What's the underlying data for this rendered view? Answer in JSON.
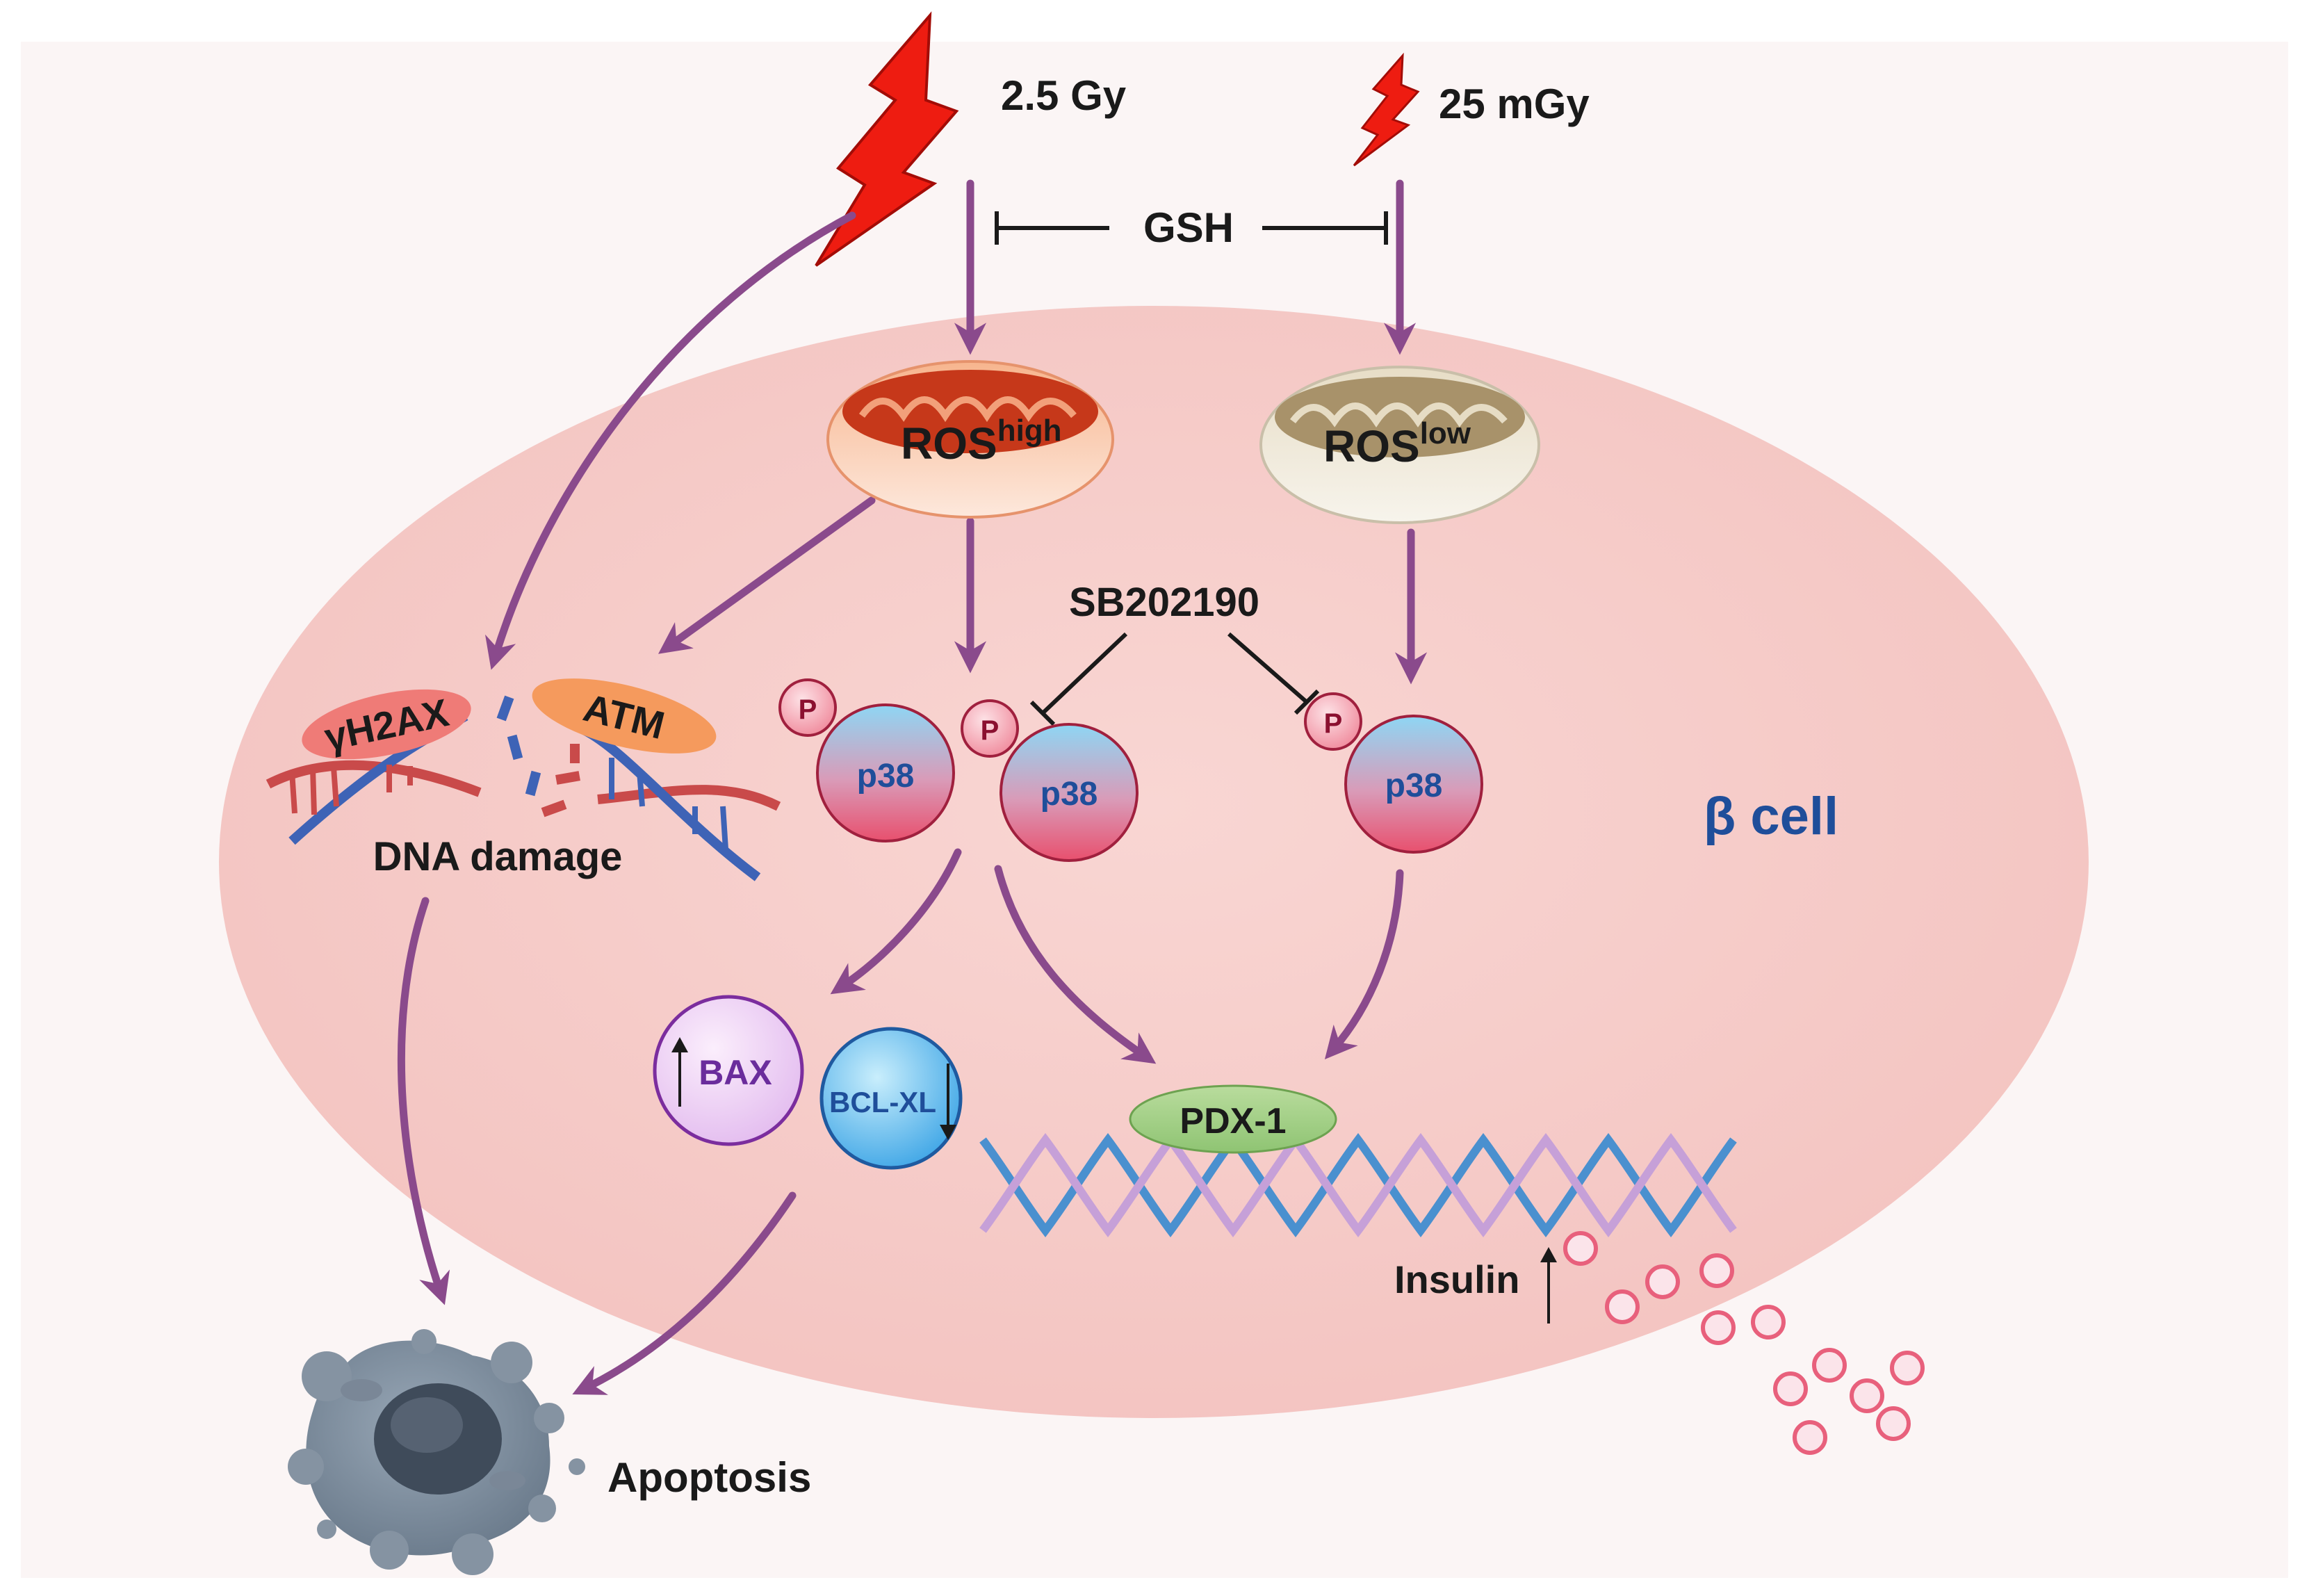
{
  "labels": {
    "dose_high": "2.5 Gy",
    "dose_low": "25 mGy",
    "gsh": "GSH",
    "ros_high_base": "ROS",
    "ros_high_sup": "high",
    "ros_low_base": "ROS",
    "ros_low_sup": "low",
    "sb": "SB202190",
    "h2ax": "γH2AX",
    "atm": "ATM",
    "dna_damage": "DNA damage",
    "p": "P",
    "p38": "p38",
    "bax": "BAX",
    "bclxl": "BCL-XL",
    "pdx1": "PDX-1",
    "insulin": "Insulin",
    "apoptosis": "Apoptosis",
    "beta_cell": "β cell"
  },
  "colors": {
    "cell_fill": "#f6cfcc",
    "arrow": "#8a4a8c",
    "lightning": "#ee1c11",
    "beta_cell_text": "#1f4e9a"
  },
  "icons": {
    "bolt": "lightning-bolt-icon",
    "mito": "mitochondrion-icon",
    "dna": "dna-helix-icon",
    "cell": "apoptotic-cell-icon"
  }
}
